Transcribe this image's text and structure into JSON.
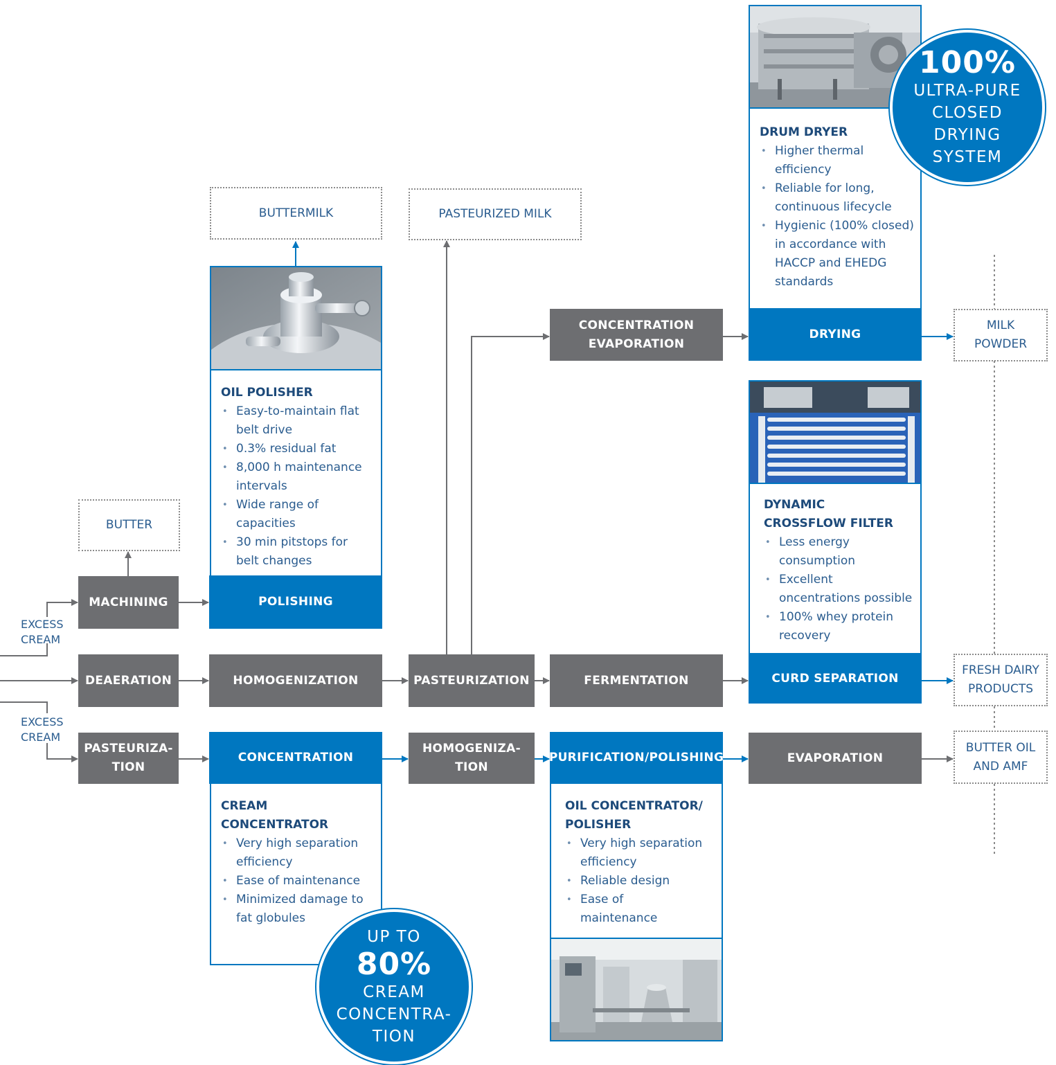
{
  "products": {
    "buttermilk": "BUTTERMILK",
    "pasteurized_milk": "PASTEURIZED MILK",
    "butter": "BUTTER",
    "milk_powder": "MILK\nPOWDER",
    "fresh_dairy": "FRESH DAIRY\nPRODUCTS",
    "butter_oil": "BUTTER OIL\nAND AMF"
  },
  "inputs": {
    "excess_cream_top": "EXCESS\nCREAM",
    "excess_cream_bottom": "EXCESS\nCREAM"
  },
  "stages": {
    "machining": "MACHINING",
    "polishing": "POLISHING",
    "deaeration": "DEAERATION",
    "homogenization": "HOMOGENIZATION",
    "pasteurization": "PASTEURIZATION",
    "fermentation": "FERMENTATION",
    "curd_separation": "CURD SEPARATION",
    "pasteurization_2": "PASTEURIZA-\nTION",
    "concentration": "CONCENTRATION",
    "homogenization_2": "HOMOGENIZA-\nTION",
    "purification": "PURIFICATION/POLISHING",
    "evaporation": "EVAPORATION",
    "concentration_evaporation": "CONCENTRATION\nEVAPORATION",
    "drying": "DRYING"
  },
  "cards": {
    "oil_polisher": {
      "title": "OIL POLISHER",
      "bullets": [
        "Easy-to-maintain flat belt drive",
        "0.3% residual fat",
        "8,000 h maintenance intervals",
        "Wide range of capacities",
        "30 min pitstops for belt changes"
      ]
    },
    "drum_dryer": {
      "title": "DRUM DRYER",
      "bullets": [
        "Higher thermal efficiency",
        "Reliable for long, continuous lifecycle",
        "Hygienic (100% closed) in accordance with HACCP and EHEDG standards"
      ]
    },
    "crossflow": {
      "title": "DYNAMIC\nCROSSFLOW FILTER",
      "bullets": [
        "Less energy consumption",
        "Excellent oncentrations possible",
        "100% whey protein recovery"
      ]
    },
    "cream_concentrator": {
      "title": "CREAM\nCONCENTRATOR",
      "bullets": [
        "Very high separation efficiency",
        "Ease of maintenance",
        "Minimized damage to fat globules"
      ]
    },
    "oil_concentrator": {
      "title": "OIL CONCENTRATOR/\nPOLISHER",
      "bullets": [
        "Very high separation efficiency",
        "Reliable design",
        "Ease of maintenance"
      ]
    }
  },
  "badges": {
    "drying": {
      "big": "100%",
      "lines": [
        "ULTRA-PURE",
        "CLOSED",
        "DRYING",
        "SYSTEM"
      ]
    },
    "cream": {
      "top": "UP TO",
      "big": "80%",
      "lines": [
        "CREAM",
        "CONCENTRA-",
        "TION"
      ]
    }
  },
  "colors": {
    "grey": "#6d6e71",
    "blue": "#0077c0",
    "text_blue": "#2a5c8f",
    "title_blue": "#1d4a7a"
  }
}
